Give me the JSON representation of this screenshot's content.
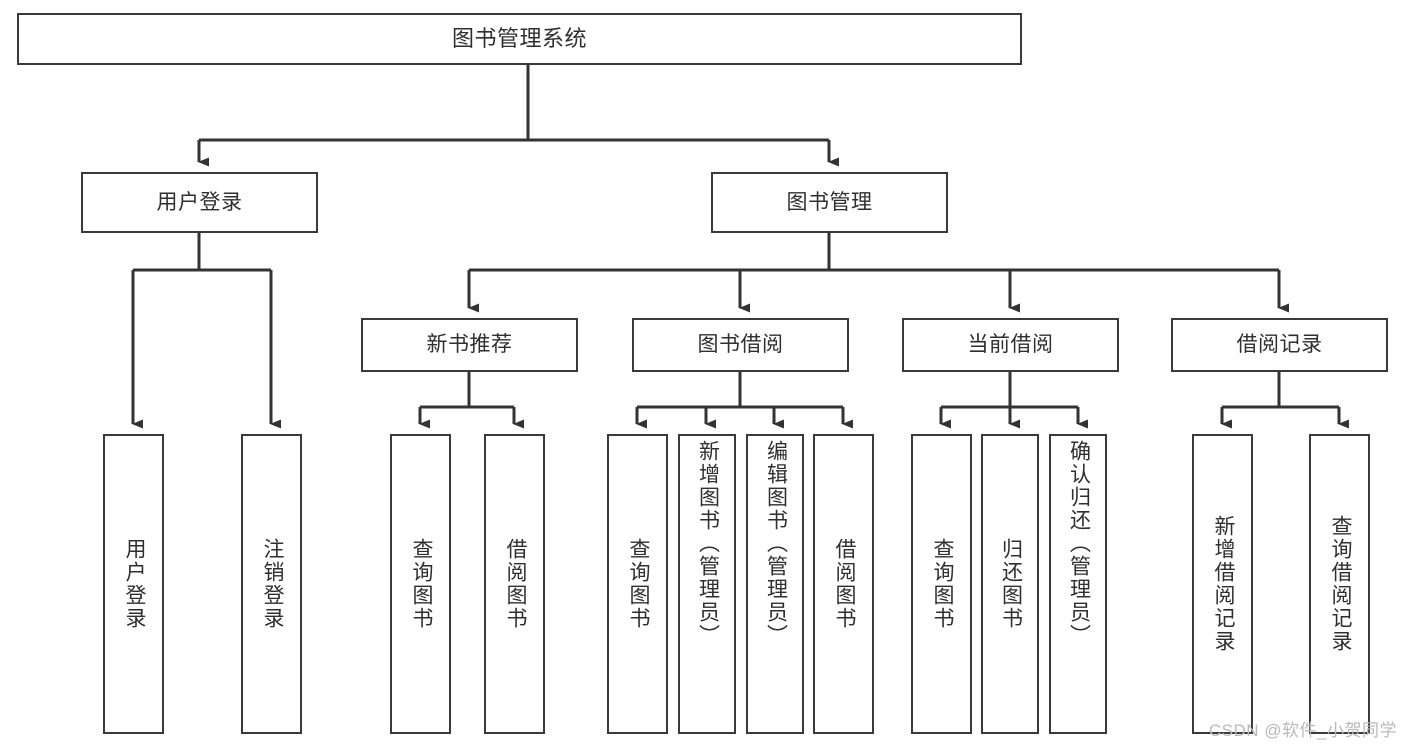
{
  "diagram": {
    "title": "图书管理系统",
    "type": "tree-hierarchy-diagram",
    "colors": {
      "box_border": "#3a3a3a",
      "connector": "#333333",
      "text": "#2f2f2f",
      "background": "#ffffff",
      "watermark": "#b9b9b9"
    },
    "watermark": "CSDN @软件_小贺同学",
    "root": {
      "label": "图书管理系统"
    },
    "level2": [
      {
        "label": "用户登录"
      },
      {
        "label": "图书管理"
      }
    ],
    "level3": [
      {
        "label": "新书推荐"
      },
      {
        "label": "图书借阅"
      },
      {
        "label": "当前借阅"
      },
      {
        "label": "借阅记录"
      }
    ],
    "leaves": {
      "user_login": [
        {
          "label": "用户登录"
        },
        {
          "label": "注销登录"
        }
      ],
      "new_book_recommend": [
        {
          "label": "查询图书"
        },
        {
          "label": "借阅图书"
        }
      ],
      "book_borrow": [
        {
          "label": "查询图书"
        },
        {
          "label": "新增图书（管理员）"
        },
        {
          "label": "编辑图书（管理员）"
        },
        {
          "label": "借阅图书"
        }
      ],
      "current_borrow": [
        {
          "label": "查询图书"
        },
        {
          "label": "归还图书"
        },
        {
          "label": "确认归还（管理员）"
        }
      ],
      "borrow_record": [
        {
          "label": "新增借阅记录"
        },
        {
          "label": "查询借阅记录"
        }
      ]
    }
  }
}
